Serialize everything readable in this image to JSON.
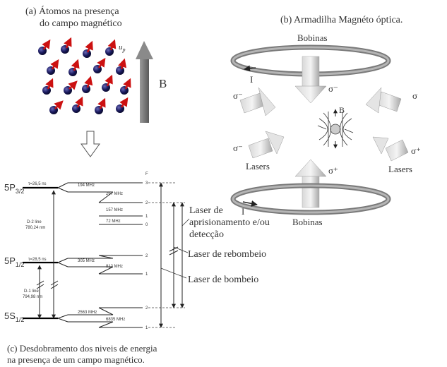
{
  "panel_a": {
    "label": "(a)",
    "title_line1": "Átomos na presença",
    "title_line2": "do campo magnético",
    "mu_label": "u",
    "mu_sub": "p",
    "field_label": "B"
  },
  "panel_b": {
    "title": "(b) Armadilha Magnéto óptica.",
    "coil_top_label": "Bobinas",
    "coil_bottom_label": "Bobinas",
    "current_top": "I",
    "current_bottom": "I",
    "sigma_top": "σ⁻",
    "sigma_left_top": "σ⁻",
    "sigma_right_top": "σ",
    "sigma_left_bottom": "σ⁻",
    "sigma_right_bottom": "σ⁺",
    "sigma_bottom": "σ⁺",
    "lasers_left": "Lasers",
    "lasers_right": "Lasers",
    "field_label": "B"
  },
  "panel_c": {
    "caption_line1": "(c) Desdobramento dos niveis de energia",
    "caption_line2": "na presença de um campo magnético.",
    "F_header": "F",
    "states": [
      {
        "main": "5P",
        "sub": "3/2",
        "lifetime": "τ=26,5 ns"
      },
      {
        "main": "5P",
        "sub": "1/2",
        "lifetime": "τ=28,5 ns"
      },
      {
        "main": "5S",
        "sub": "1/2",
        "lifetime": ""
      }
    ],
    "d2_line1": "D-2 line",
    "d2_line2": "780,24 nm",
    "d1_line1": "D-1 line",
    "d1_line2": "794,98 nm",
    "splittings": [
      "194 MHz",
      "267 MHz",
      "157 MHz",
      "72 MHz",
      "305 MHz",
      "812 MHz",
      "2563 MHz",
      "6835 MHz"
    ],
    "F_values": [
      "3",
      "2",
      "1",
      "0",
      "2",
      "1",
      "2",
      "1"
    ],
    "laser_trap_line1": "Laser de",
    "laser_trap_line2": "aprisionamento e/ou",
    "laser_trap_line3": "detecção",
    "laser_repump": "Laser de rebombeio",
    "laser_pump": "Laser de bombeio"
  },
  "colors": {
    "atom": "#1a1a5e",
    "spin_arrow": "#cc1111",
    "coil": "#888888",
    "beam": "#bbbbbb",
    "field_arrow": "#8a8a8a"
  }
}
